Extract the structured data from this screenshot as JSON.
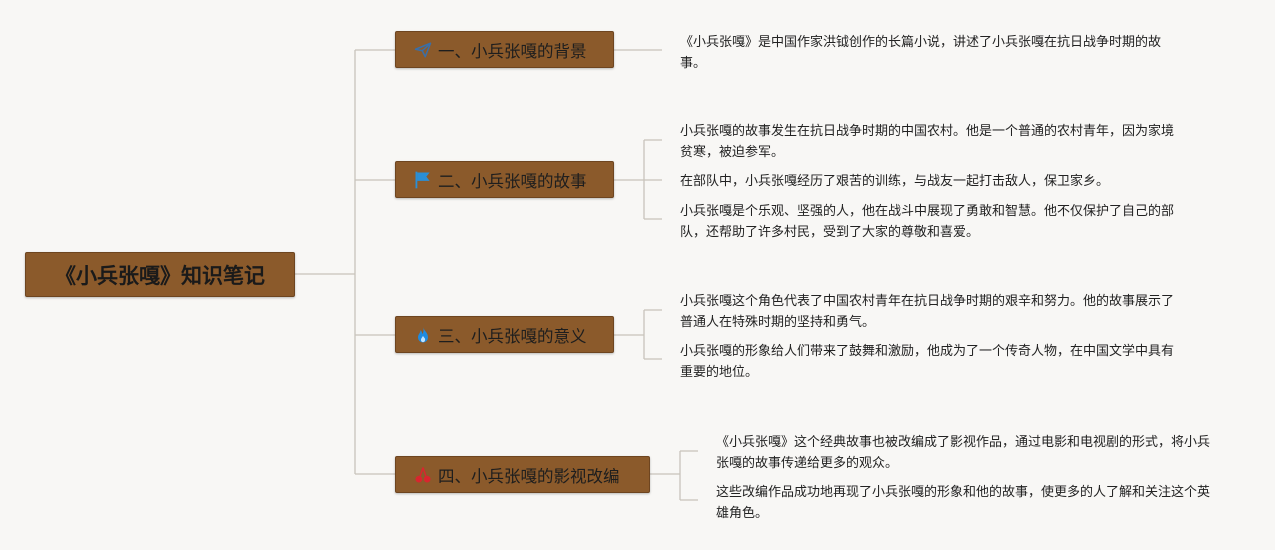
{
  "root": {
    "title": "《小兵张嘎》知识笔记"
  },
  "branches": [
    {
      "label": "一、小兵张嘎的背景",
      "icon": "paper-plane-icon",
      "icon_color": "#3a6fa8",
      "notes": [
        "《小兵张嘎》是中国作家洪钺创作的长篇小说，讲述了小兵张嘎在抗日战争时期的故事。"
      ]
    },
    {
      "label": "二、小兵张嘎的故事",
      "icon": "flag-icon",
      "icon_color": "#2a8fd6",
      "notes": [
        "小兵张嘎的故事发生在抗日战争时期的中国农村。他是一个普通的农村青年，因为家境贫寒，被迫参军。",
        "在部队中，小兵张嘎经历了艰苦的训练，与战友一起打击敌人，保卫家乡。",
        "小兵张嘎是个乐观、坚强的人，他在战斗中展现了勇敢和智慧。他不仅保护了自己的部队，还帮助了许多村民，受到了大家的尊敬和喜爱。"
      ]
    },
    {
      "label": "三、小兵张嘎的意义",
      "icon": "flame-icon",
      "icon_color": "#1f8be0",
      "notes": [
        "小兵张嘎这个角色代表了中国农村青年在抗日战争时期的艰辛和努力。他的故事展示了普通人在特殊时期的坚持和勇气。",
        "小兵张嘎的形象给人们带来了鼓舞和激励，他成为了一个传奇人物，在中国文学中具有重要的地位。"
      ]
    },
    {
      "label": "四、小兵张嘎的影视改编",
      "icon": "cherries-icon",
      "icon_color": "#d8262e",
      "notes": [
        "《小兵张嘎》这个经典故事也被改编成了影视作品，通过电影和电视剧的形式，将小兵张嘎的故事传递给更多的观众。",
        "这些改编作品成功地再现了小兵张嘎的形象和他的故事，使更多的人了解和关注这个英雄角色。"
      ]
    }
  ],
  "colors": {
    "node_fill": "#8b5a2b",
    "connector": "#c8c3bb",
    "background": "#f8f7f5"
  }
}
